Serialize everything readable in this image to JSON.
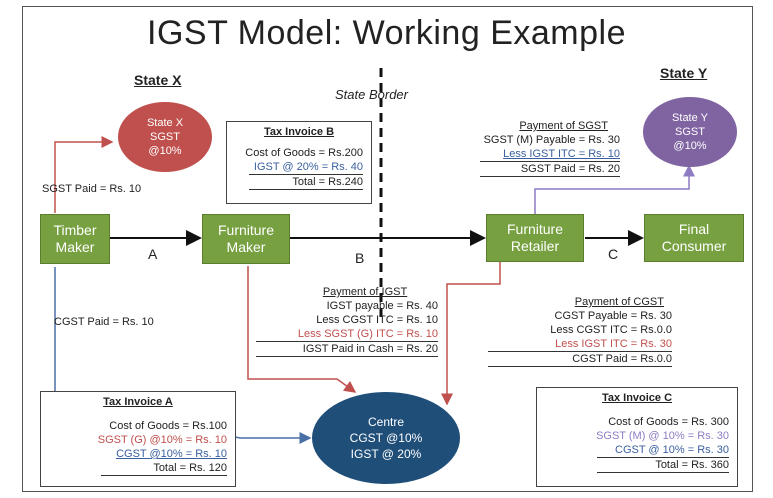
{
  "title": "IGST Model: Working Example",
  "state_x_label": "State X",
  "state_y_label": "State Y",
  "state_border": "State Border",
  "circle_x": [
    "State X",
    "SGST",
    "@10%"
  ],
  "circle_y": [
    "State Y",
    "SGST",
    "@10%"
  ],
  "centre": [
    "Centre",
    "CGST @10%",
    "IGST @ 20%"
  ],
  "nodes": {
    "timber": [
      "Timber",
      "Maker"
    ],
    "furniture_maker": [
      "Furniture",
      "Maker"
    ],
    "furniture_retailer": [
      "Furniture",
      "Retailer"
    ],
    "final_consumer": [
      "Final",
      "Consumer"
    ]
  },
  "letters": {
    "a": "A",
    "b": "B",
    "c": "C"
  },
  "sgst_paid": "SGST Paid = Rs. 10",
  "cgst_paid": "CGST Paid = Rs. 10",
  "invoice_b": {
    "title": "Tax Invoice B",
    "lines": [
      "Cost of Goods = Rs.200",
      "IGST @ 20% = Rs.  40",
      "Total = Rs.240"
    ]
  },
  "payment_sgst": {
    "title": "Payment of SGST",
    "lines": [
      "SGST (M) Payable = Rs. 30",
      "Less IGST ITC = Rs. 10",
      "SGST Paid = Rs. 20"
    ]
  },
  "payment_igst": {
    "title": "Payment of IGST",
    "lines": [
      "IGST payable = Rs. 40",
      "Less CGST ITC = Rs. 10",
      "Less SGST (G) ITC = Rs. 10",
      "IGST Paid in Cash = Rs. 20"
    ]
  },
  "payment_cgst": {
    "title": "Payment of CGST",
    "lines": [
      "CGST Payable = Rs. 30",
      "Less CGST ITC = Rs.0.0",
      "Less IGST ITC = Rs. 30",
      "CGST Paid = Rs.0.0"
    ]
  },
  "invoice_a": {
    "title": "Tax Invoice A",
    "lines": [
      "Cost of Goods = Rs.100",
      "SGST (G) @10% = Rs.   10",
      "CGST @10% = Rs.   10",
      "Total = Rs.  120"
    ]
  },
  "invoice_c": {
    "title": "Tax Invoice C",
    "lines": [
      "Cost of Goods = Rs.  300",
      "SGST (M) @ 10% = Rs.   30",
      "CGST @ 10% = Rs.   30",
      "Total = Rs.  360"
    ]
  },
  "colors": {
    "state_x_circle": "#c0504d",
    "state_y_circle": "#8064a2",
    "centre_circle": "#1f4e79",
    "node_green": "#77a040",
    "red_arrow": "#c0504d",
    "blue_arrow": "#4a6fa5",
    "purple_arrow": "#8e7cc3"
  }
}
